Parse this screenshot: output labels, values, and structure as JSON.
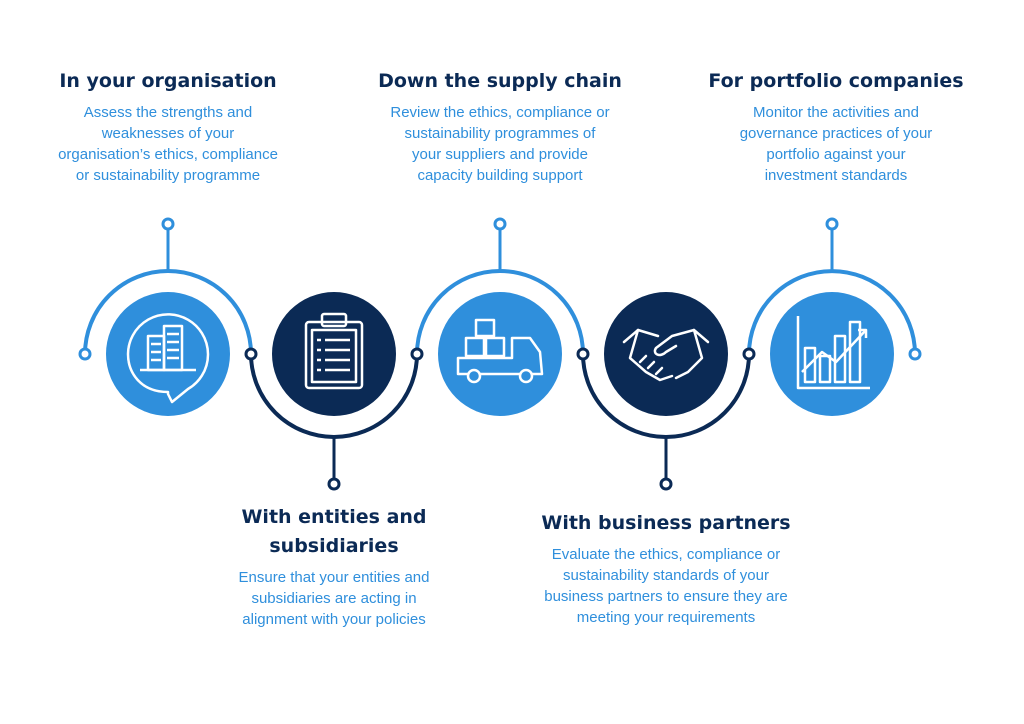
{
  "stages": [
    {
      "title": "In your organisation",
      "description": "Assess the strengths and weaknesses of your organisation’s ethics, compliance or sustainability programme",
      "icon": "office-building-icon",
      "position": "top"
    },
    {
      "title": "With entities and subsidiaries",
      "description": "Ensure that your entities and subsidiaries are acting in alignment with your policies",
      "icon": "clipboard-checklist-icon",
      "position": "bottom"
    },
    {
      "title": "Down the supply chain",
      "description": "Review the ethics, compliance or sustainability programmes of your suppliers and provide capacity building support",
      "icon": "delivery-truck-icon",
      "position": "top"
    },
    {
      "title": "With business partners",
      "description": "Evaluate the ethics, compliance or sustainability standards of your business partners to ensure they are meeting your requirements",
      "icon": "handshake-icon",
      "position": "bottom"
    },
    {
      "title": "For portfolio companies",
      "description": "Monitor the activities and governance practices of your portfolio against your investment standards",
      "icon": "growth-chart-icon",
      "position": "top"
    }
  ],
  "colors": {
    "light_blue": "#2f8fdc",
    "dark_navy": "#0b2a55",
    "white": "#ffffff"
  }
}
